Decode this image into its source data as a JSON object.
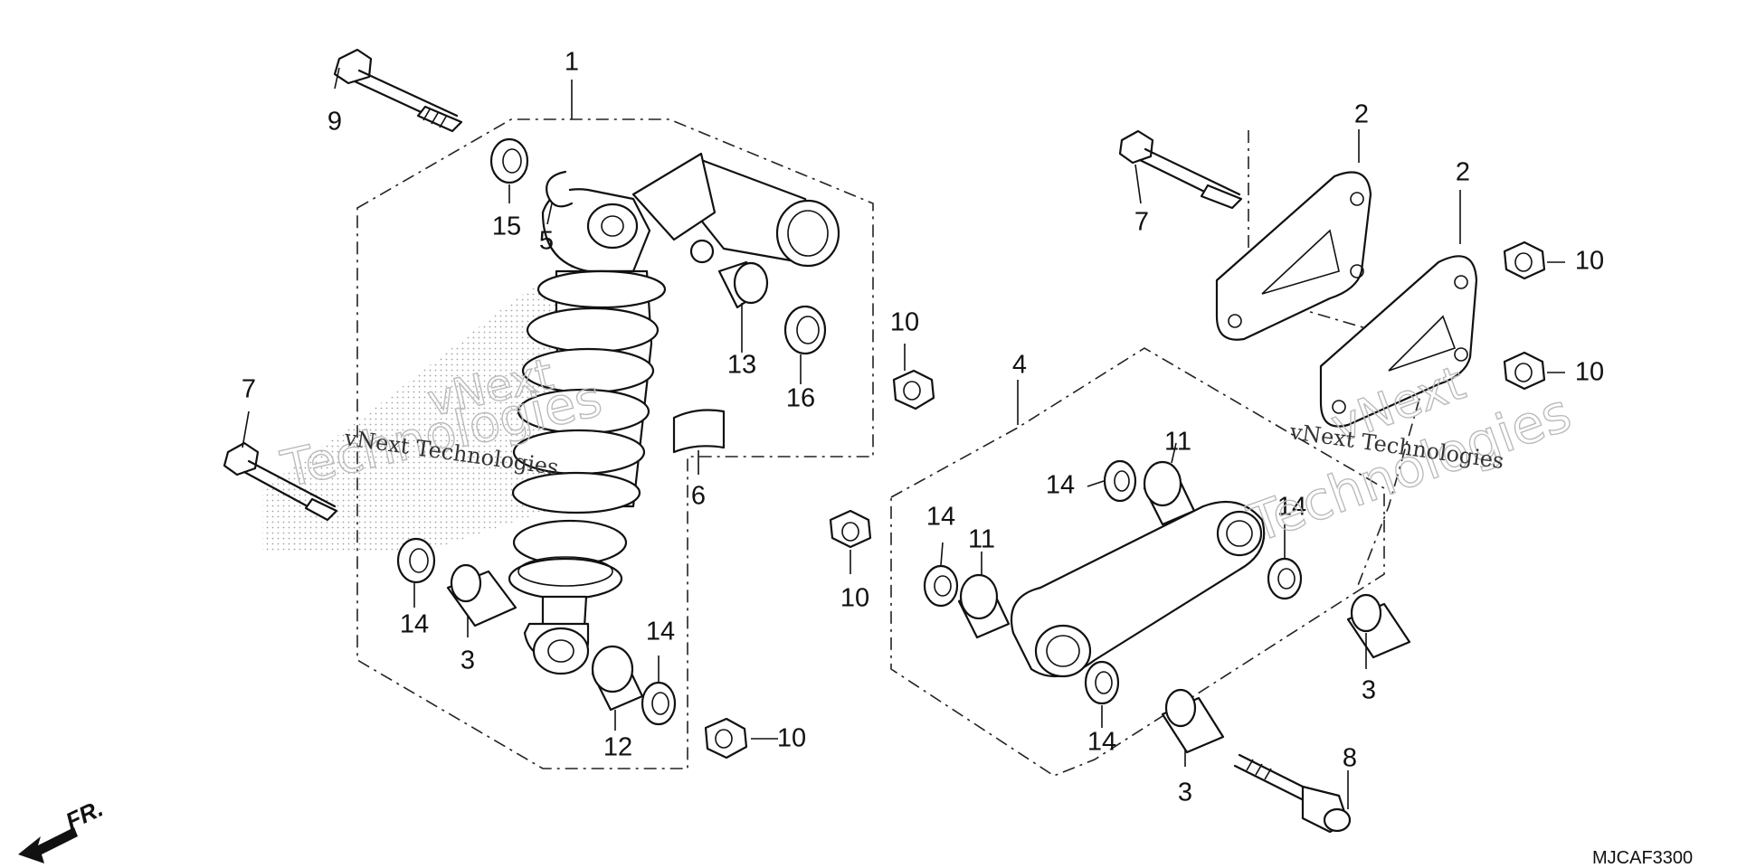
{
  "diagram": {
    "part_numbers": {
      "p1": "1",
      "p2a": "2",
      "p2b": "2",
      "p3a": "3",
      "p3b": "3",
      "p3c": "3",
      "p4": "4",
      "p5": "5",
      "p6": "6",
      "p7a": "7",
      "p7b": "7",
      "p8": "8",
      "p9": "9",
      "p10a": "10",
      "p10b": "10",
      "p10c": "10",
      "p10d": "10",
      "p10e": "10",
      "p11a": "11",
      "p11b": "11",
      "p12": "12",
      "p13": "13",
      "p14a": "14",
      "p14b": "14",
      "p14c": "14",
      "p14d": "14",
      "p14e": "14",
      "p14f": "14",
      "p15": "15",
      "p16": "16"
    },
    "watermark_text": "vNext Technologies",
    "watermark_outline_top": "vNext",
    "watermark_outline_bottom": "Technologies",
    "diagram_code": "MJCAF3300",
    "front_indicator": "FR."
  }
}
